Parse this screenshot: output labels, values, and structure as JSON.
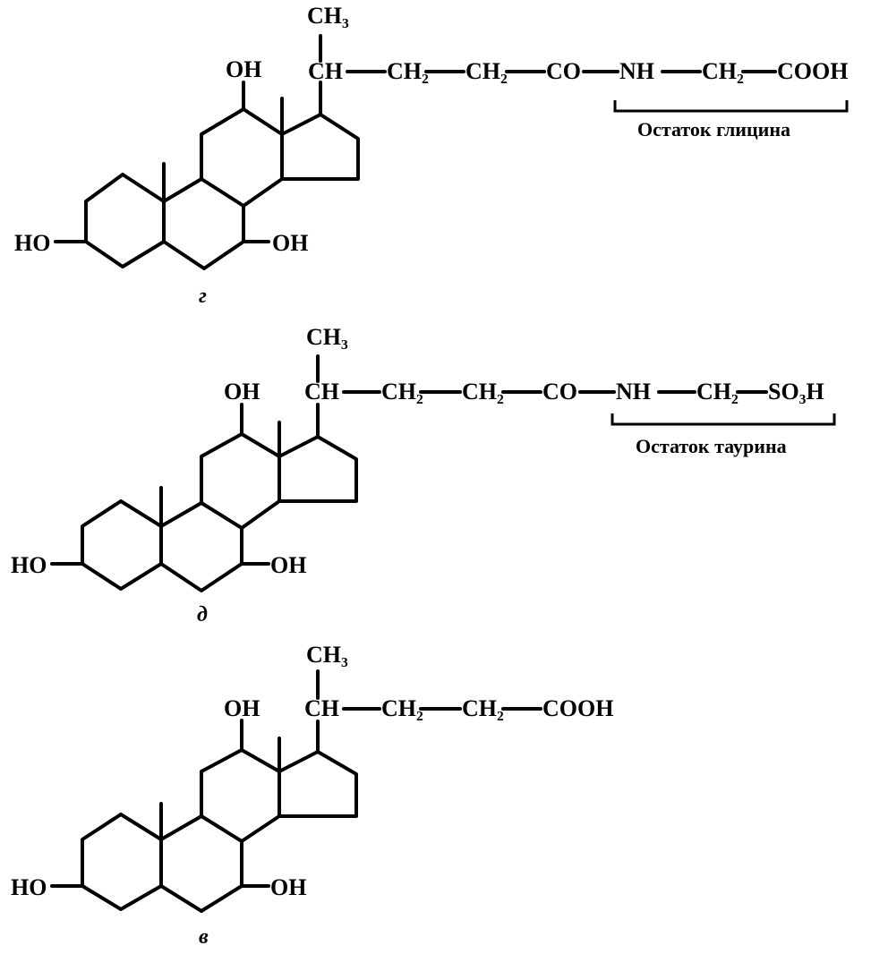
{
  "structures": [
    {
      "id": "g",
      "letter": "г",
      "ch3": "CH₃",
      "oh_top": "OH",
      "oh_left": "HO",
      "oh_right": "OH",
      "ch": "CH",
      "ch2_a": "CH₂",
      "ch2_b": "CH₂",
      "co": "CO",
      "nh": "NH",
      "ch2_c": "CH₂",
      "end_group": "COOH",
      "residue_caption": "Остаток глицина"
    },
    {
      "id": "d",
      "letter": "д",
      "ch3": "CH₃",
      "oh_top": "OH",
      "oh_left": "HO",
      "oh_right": "OH",
      "ch": "CH",
      "ch2_a": "CH₂",
      "ch2_b": "CH₂",
      "co": "CO",
      "nh": "NH",
      "ch2_c": "CH₂",
      "end_group": "SO₃H",
      "residue_caption": "Остаток таурина"
    },
    {
      "id": "v",
      "letter": "в",
      "ch3": "CH₃",
      "oh_top": "OH",
      "oh_left": "HO",
      "oh_right": "OH",
      "ch": "CH",
      "ch2_a": "CH₂",
      "ch2_b": "CH₂",
      "end_group": "COOH"
    }
  ]
}
